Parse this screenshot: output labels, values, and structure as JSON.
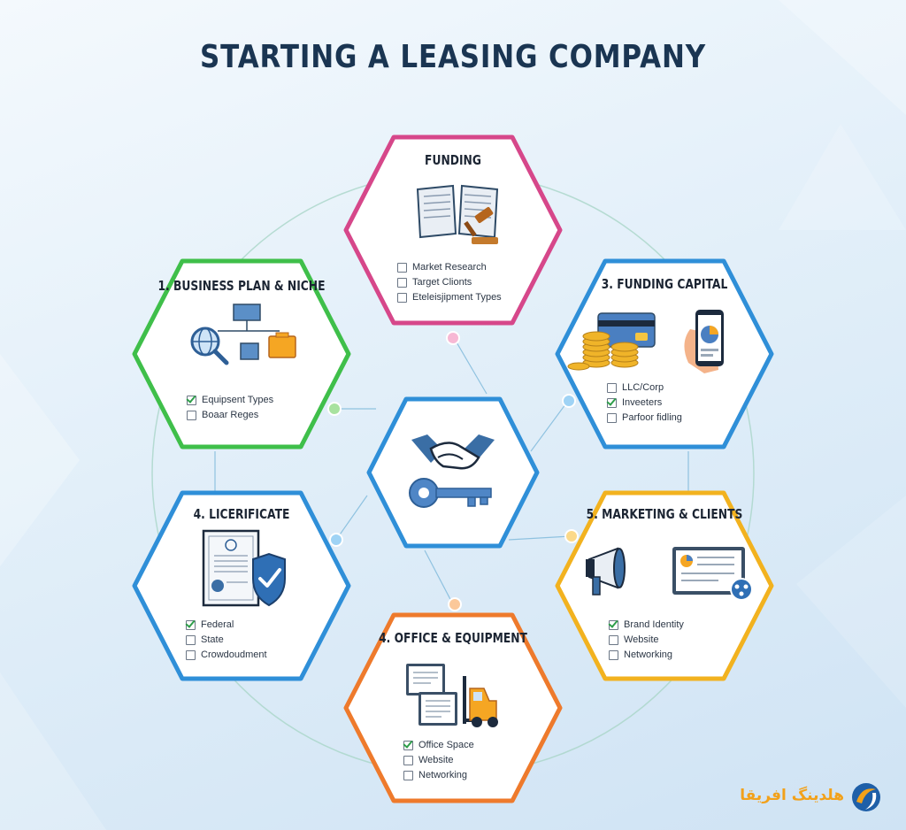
{
  "title": "STARTING A LEASING COMPANY",
  "colors": {
    "green": "#3fbf4a",
    "pink": "#d6478a",
    "blue": "#2f8fd8",
    "orange": "#ee7a2c",
    "yellow": "#f2b21f",
    "navy": "#1a3552"
  },
  "nodes": {
    "funding": {
      "title": "FUNDING",
      "items": [
        {
          "label": "Market Research",
          "checked": false
        },
        {
          "label": "Target Clionts",
          "checked": false
        },
        {
          "label": "Eteleisjipment Types",
          "checked": false
        }
      ]
    },
    "business_plan": {
      "title": "1. BUSINESS PLAN & NICHE",
      "items": [
        {
          "label": "Equipsent Types",
          "checked": true
        },
        {
          "label": "Boaar Reges",
          "checked": false
        }
      ]
    },
    "funding_capital": {
      "title": "3. FUNDING CAPITAL",
      "items": [
        {
          "label": "LLC/Corp",
          "checked": false
        },
        {
          "label": "Inveeters",
          "checked": true
        },
        {
          "label": "Parfoor fidling",
          "checked": false
        }
      ]
    },
    "licerificate": {
      "title": "4. LICERIFICATE",
      "items": [
        {
          "label": "Federal",
          "checked": true
        },
        {
          "label": "State",
          "checked": false
        },
        {
          "label": "Crowdoudment",
          "checked": false
        }
      ]
    },
    "marketing": {
      "title": "5. MARKETING & CLIENTS",
      "items": [
        {
          "label": "Brand Identity",
          "checked": true
        },
        {
          "label": "Website",
          "checked": false
        },
        {
          "label": "Networking",
          "checked": false
        }
      ]
    },
    "office": {
      "title": "4. OFFICE & EQUIPMENT",
      "items": [
        {
          "label": "Office Space",
          "checked": true
        },
        {
          "label": "Website",
          "checked": false
        },
        {
          "label": "Networking",
          "checked": false
        }
      ]
    }
  },
  "logo": {
    "text": "هلدینگ افریقا",
    "icon": "globe-swirl-icon"
  }
}
